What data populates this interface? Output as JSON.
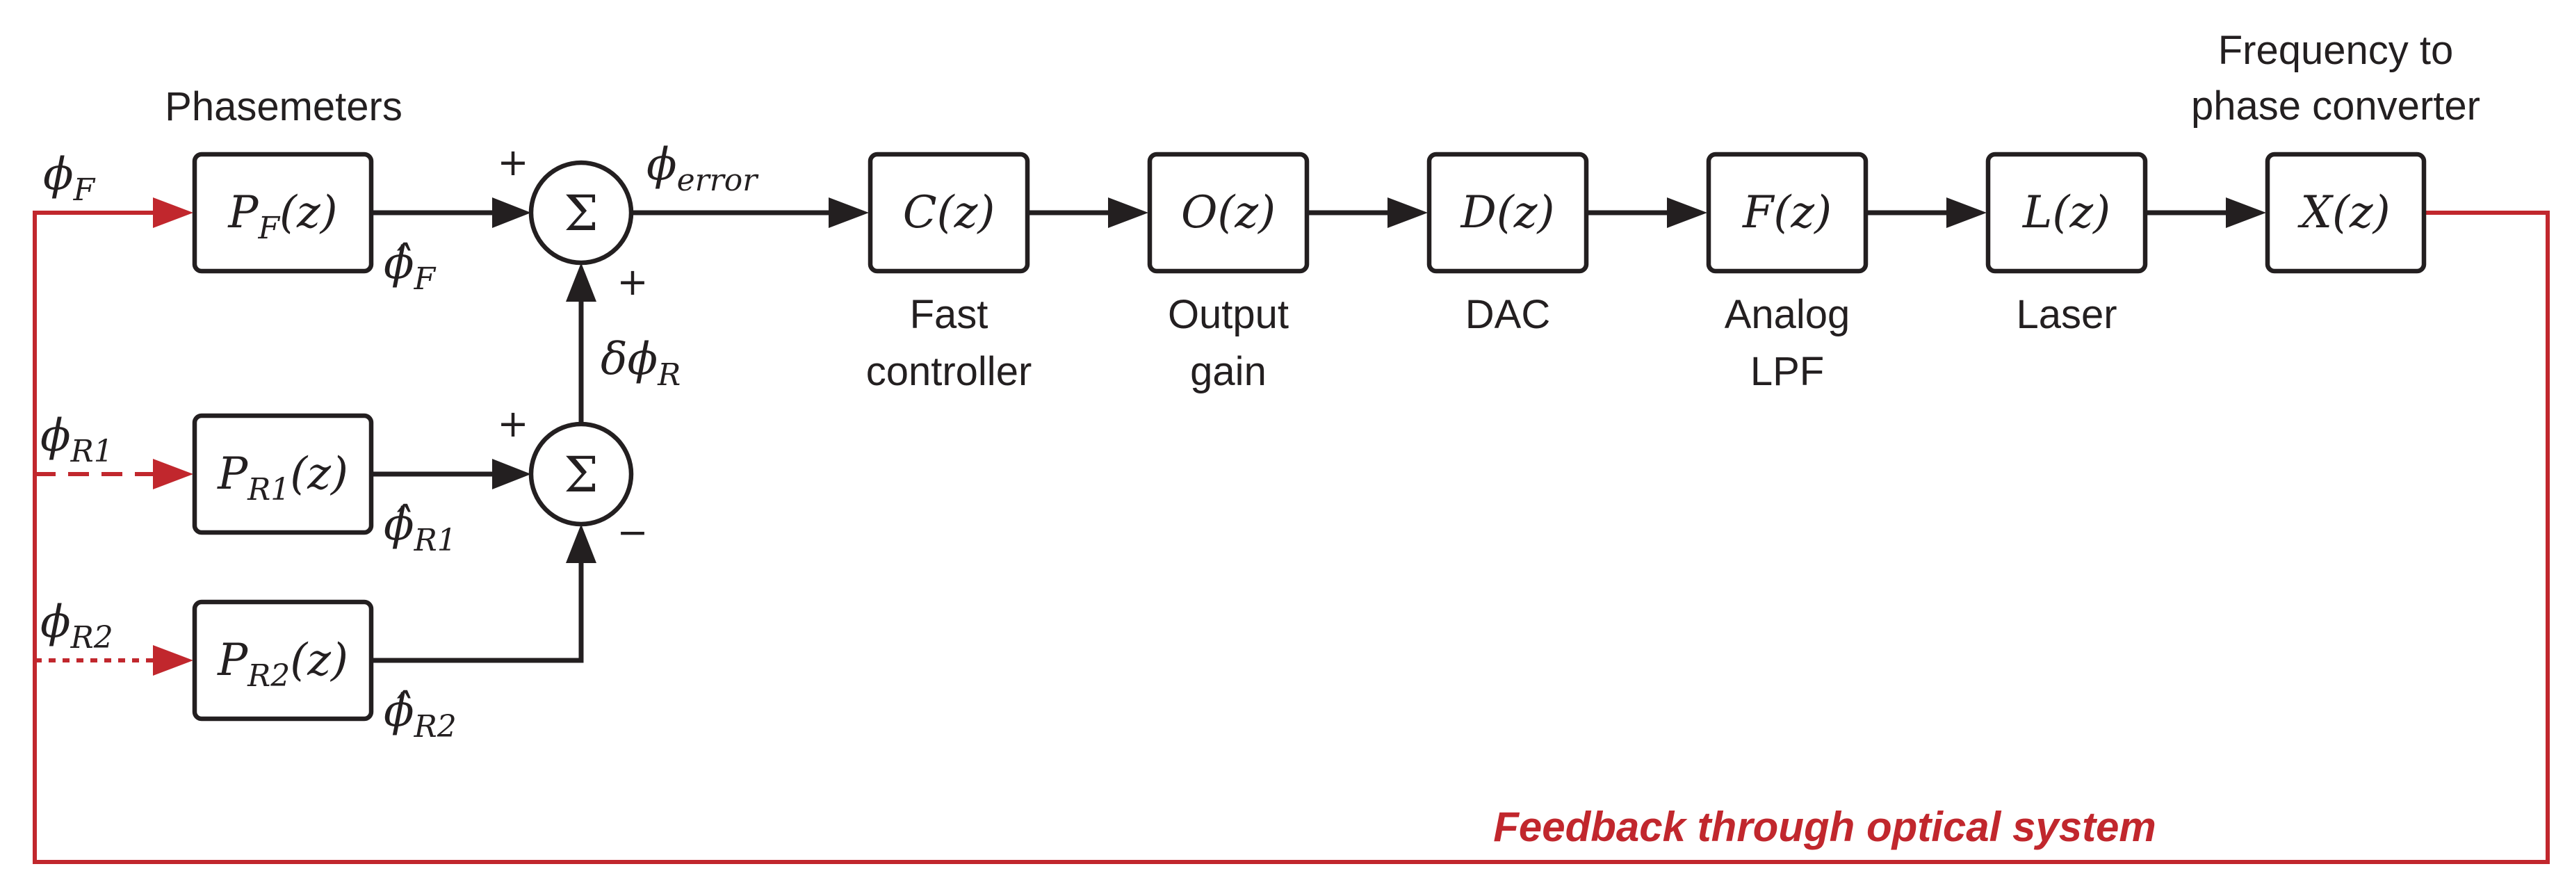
{
  "title": "",
  "captions": {
    "phasemeters": "Phasemeters",
    "fast_controller_l1": "Fast",
    "fast_controller_l2": "controller",
    "output_gain_l1": "Output",
    "output_gain_l2": "gain",
    "dac": "DAC",
    "analog_lpf_l1": "Analog",
    "analog_lpf_l2": "LPF",
    "laser": "Laser",
    "freq_conv_l1": "Frequency to",
    "freq_conv_l2": "phase converter"
  },
  "blocks": {
    "pf": {
      "name": "P",
      "sub": "F",
      "arg": "(z)"
    },
    "pr1": {
      "name": "P",
      "sub": "R1",
      "arg": "(z)"
    },
    "pr2": {
      "name": "P",
      "sub": "R2",
      "arg": "(z)"
    },
    "c": {
      "name": "C",
      "arg": "(z)"
    },
    "o": {
      "name": "O",
      "arg": "(z)"
    },
    "d": {
      "name": "D",
      "arg": "(z)"
    },
    "f": {
      "name": "F",
      "arg": "(z)"
    },
    "l": {
      "name": "L",
      "arg": "(z)"
    },
    "x": {
      "name": "X",
      "arg": "(z)"
    }
  },
  "signals": {
    "phi": "ϕ",
    "phi_hat": "ϕ̂",
    "delta": "δ",
    "in_f_sub": "F",
    "in_r1_sub": "R1",
    "in_r2_sub": "R2",
    "err_sub": "error",
    "dr_sub": "R"
  },
  "summers": {
    "symbol": "Σ",
    "plus": "+",
    "minus": "−"
  },
  "feedback_label": "Feedback through optical system",
  "colors": {
    "line": "#231f20",
    "feedback": "#c1272d",
    "block_fill": "#ffffff"
  }
}
